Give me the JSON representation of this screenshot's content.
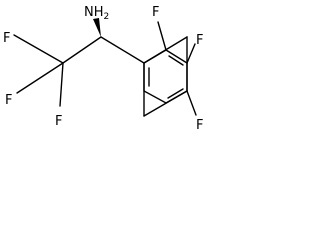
{
  "molecule": {
    "labels": {
      "amine": "NH2",
      "f_cf3_left": "F",
      "f_cf3_bottom_left": "F",
      "f_cf3_bottom": "F",
      "f_ring_ortho": "F",
      "f_ring_meta": "F",
      "f_ring_para": "F"
    },
    "colors": {
      "bond": "#000000",
      "text": "#000000",
      "background": "#ffffff"
    }
  }
}
